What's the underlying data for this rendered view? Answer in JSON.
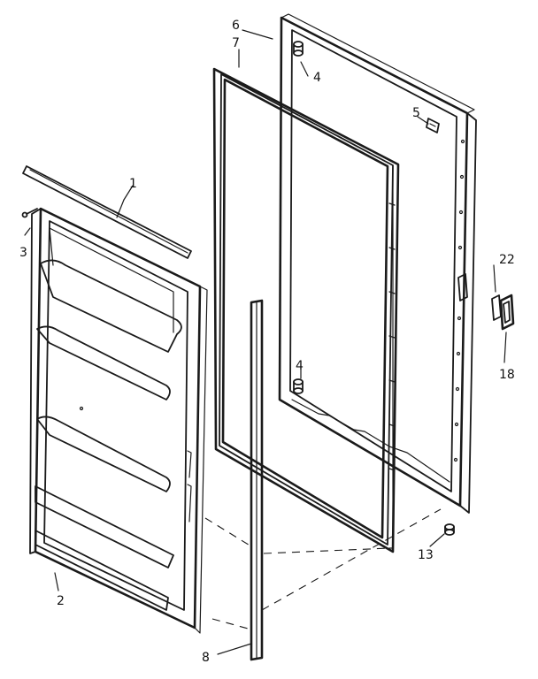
{
  "diagram": {
    "callouts": {
      "p1": "1",
      "p2": "2",
      "p3": "3",
      "p4a": "4",
      "p4b": "4",
      "p5": "5",
      "p6": "6",
      "p7": "7",
      "p8": "8",
      "p13": "13",
      "p18": "18",
      "p22": "22"
    }
  }
}
